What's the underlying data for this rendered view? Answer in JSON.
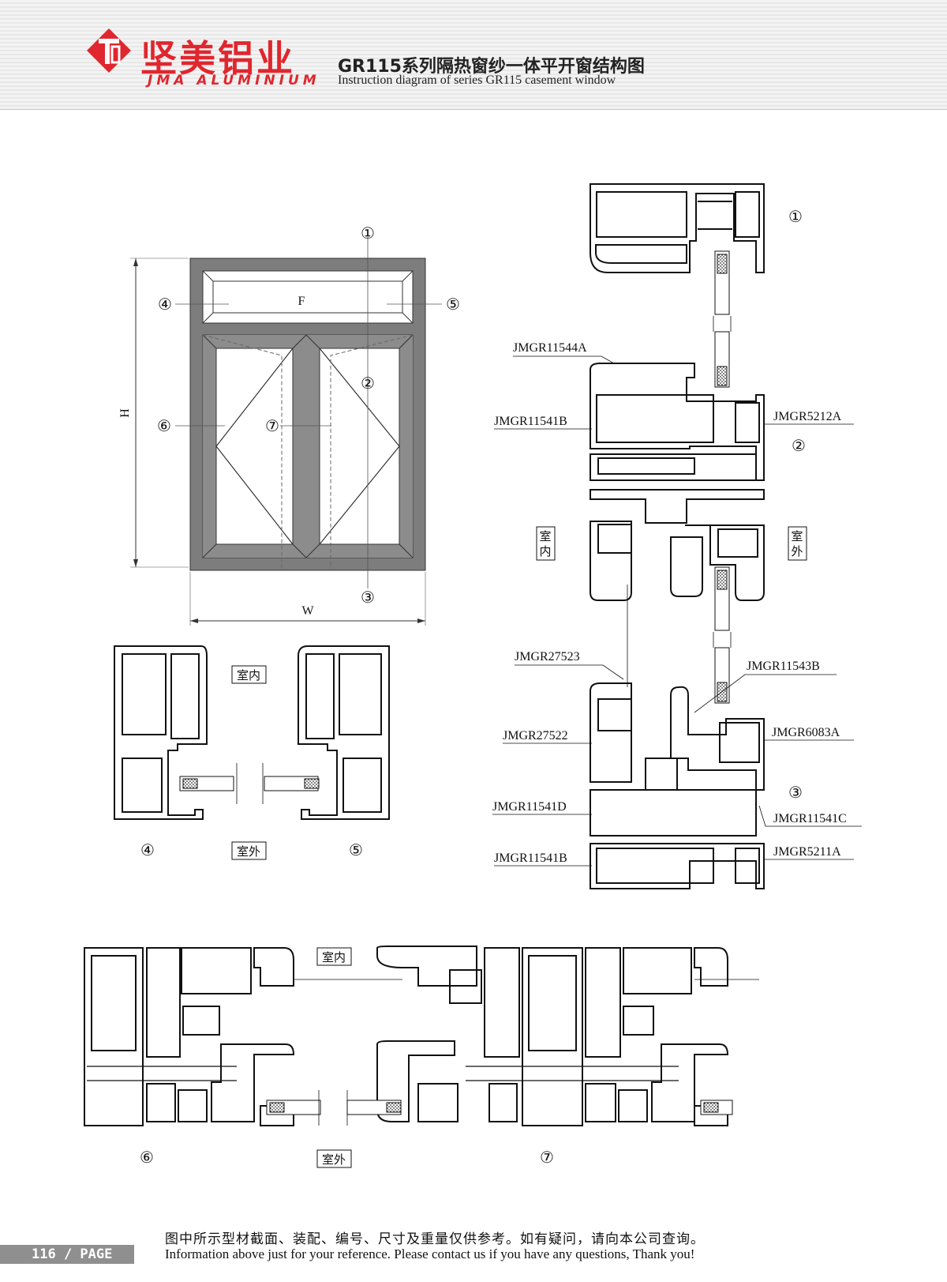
{
  "header": {
    "brand_cn": "坚美铝业",
    "brand_en": "JMA ALUMINIUM",
    "title_cn": "GR115系列隔热窗纱一体平开窗结构图",
    "title_en": "Instruction diagram of series GR115 casement window",
    "brand_color": "#e0262e"
  },
  "window": {
    "fixed_label": "F",
    "height_label": "H",
    "width_label": "W",
    "markers": [
      "①",
      "②",
      "③",
      "④",
      "⑤",
      "⑥",
      "⑦"
    ]
  },
  "sections": {
    "indoor": "室内",
    "outdoor": "室外",
    "indoor_v": [
      "室",
      "内"
    ],
    "outdoor_v": [
      "室",
      "外"
    ]
  },
  "parts": {
    "p1": "JMGR11544A",
    "p2": "JMGR11541B",
    "p3": "JMGR5212A",
    "p4": "JMGR27523",
    "p5": "JMGR11543B",
    "p6": "JMGR27522",
    "p7": "JMGR6083A",
    "p8": "JMGR11541D",
    "p9": "JMGR11541C",
    "p10": "JMGR11541B",
    "p11": "JMGR5211A"
  },
  "footer": {
    "note_cn": "图中所示型材截面、装配、编号、尺寸及重量仅供参考。如有疑问，请向本公司查询。",
    "note_en": "Information above just for your reference. Please contact us if you have any questions, Thank you!",
    "page": "116 / PAGE"
  }
}
